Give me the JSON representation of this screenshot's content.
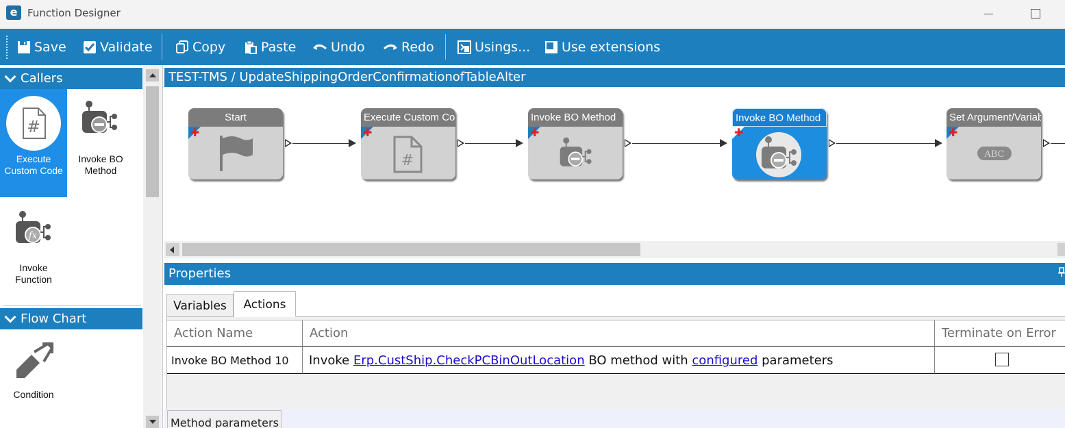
{
  "window": {
    "logo_letter": "e",
    "title": "Function Designer"
  },
  "toolbar": {
    "save": "Save",
    "validate": "Validate",
    "copy": "Copy",
    "paste": "Paste",
    "undo": "Undo",
    "redo": "Redo",
    "usings": "Usings...",
    "use_extensions": "Use extensions"
  },
  "left_panel": {
    "callers": {
      "header": "Callers",
      "items": [
        "Execute Custom Code",
        "Invoke BO Method",
        "Invoke Function"
      ]
    },
    "flow_chart": {
      "header": "Flow Chart",
      "items": [
        "Condition"
      ]
    }
  },
  "flow": {
    "header": "TEST-TMS / UpdateShippingOrderConfirmationofTableAlter",
    "nodes": [
      {
        "title": "Start",
        "icon": "flag-icon",
        "selected": false
      },
      {
        "title": "Execute Custom Code",
        "icon": "hash-document-icon",
        "selected": false
      },
      {
        "title": "Invoke BO Method",
        "icon": "bo-method-icon",
        "selected": false
      },
      {
        "title": "Invoke BO Method",
        "icon": "bo-method-icon",
        "selected": true
      },
      {
        "title": "Set Argument/Variable",
        "icon": "abc-icon",
        "selected": false
      }
    ],
    "abc_text": "ABC"
  },
  "properties": {
    "header": "Properties",
    "tabs": [
      "Variables",
      "Actions"
    ],
    "active_tab": "Actions",
    "columns": [
      "Action Name",
      "Action",
      "Terminate on Error"
    ],
    "rows": [
      {
        "action_name": "Invoke BO Method 10",
        "action_prefix": "Invoke ",
        "action_link1": "Erp.CustShip.CheckPCBinOutLocation",
        "action_mid": " BO method with ",
        "action_link2": "configured",
        "action_suffix": " parameters",
        "terminate_on_error": false
      }
    ],
    "bottom_tab": "Method parameters"
  },
  "colors": {
    "accent": "#1e7fbf",
    "selected_node": "#1d8de0",
    "node_bg": "#d2d2d2",
    "node_header": "#7c7c7c",
    "add_marker": "#e02020"
  }
}
